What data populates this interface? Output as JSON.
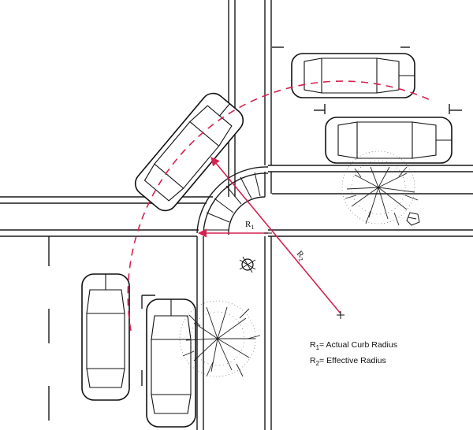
{
  "labels": {
    "r1": "R",
    "r1_sub": "1",
    "r2": "R",
    "r2_sub": "2"
  },
  "legend": {
    "r1_prefix": "R",
    "r1_sub": "1",
    "r1_text": "= Actual Curb Radius",
    "r2_prefix": "R",
    "r2_sub": "2",
    "r2_text": "= Effective Radius"
  },
  "colors": {
    "radius": "#d4224f",
    "ink": "#111111"
  }
}
